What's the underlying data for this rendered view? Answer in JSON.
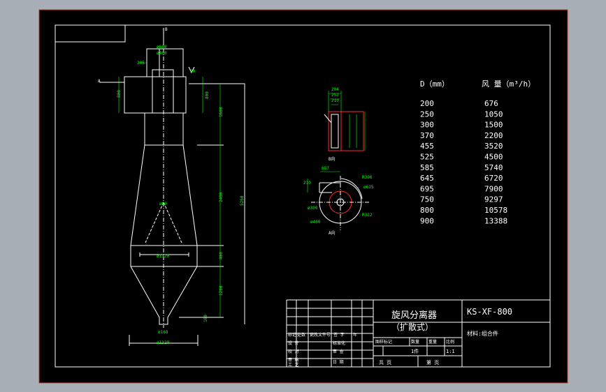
{
  "main_view": {
    "section_labels": [
      "B",
      "A"
    ],
    "dims_green": [
      "ø600",
      "ø400",
      "205",
      "800",
      "800",
      "1600",
      "2400",
      "5260",
      "ø80",
      "ø1320",
      "400",
      "1200",
      "160",
      "ø168",
      "ø1320",
      "50"
    ]
  },
  "section_view": {
    "dims_green": [
      "294",
      "252",
      "210"
    ],
    "dims_red": [
      "ø300",
      "ø400",
      "R396",
      "R322"
    ],
    "label": "B向",
    "label2": "A向",
    "plan_dims_green": [
      "687",
      "210",
      "ø615",
      "ø300",
      "ø400"
    ]
  },
  "table": {
    "header_d": "D（mm）",
    "header_q": "风 量（m³/h）",
    "rows": [
      [
        "200",
        "676"
      ],
      [
        "250",
        "1050"
      ],
      [
        "300",
        "1500"
      ],
      [
        "370",
        "2200"
      ],
      [
        "455",
        "3520"
      ],
      [
        "525",
        "4500"
      ],
      [
        "585",
        "5740"
      ],
      [
        "645",
        "6720"
      ],
      [
        "695",
        "7900"
      ],
      [
        "750",
        "9297"
      ],
      [
        "800",
        "10578"
      ],
      [
        "900",
        "13388"
      ]
    ]
  },
  "title_block": {
    "name_line1": "旋风分离器",
    "name_line2": "（扩散式）",
    "drawing_no": "KS-XF-800",
    "material": "材料:组合件",
    "labels": [
      "标记",
      "处数",
      "更改文件号",
      "签 字",
      "年",
      "设 计",
      "标准化",
      "校 对",
      "审 查",
      "审 核",
      "工 艺",
      "日 期",
      "图样标记",
      "数量",
      "重量",
      "比例"
    ],
    "qty": "1件",
    "scale": "1:1",
    "sheets_total": "共 页",
    "sheet_no": "第 页"
  },
  "colors": {
    "background": "#000000",
    "frame_outer": "#c0392b",
    "line": "#ffffff",
    "dim": "#00ff00",
    "red": "#ff2a2a",
    "outer_bg": "#a9afb6"
  }
}
